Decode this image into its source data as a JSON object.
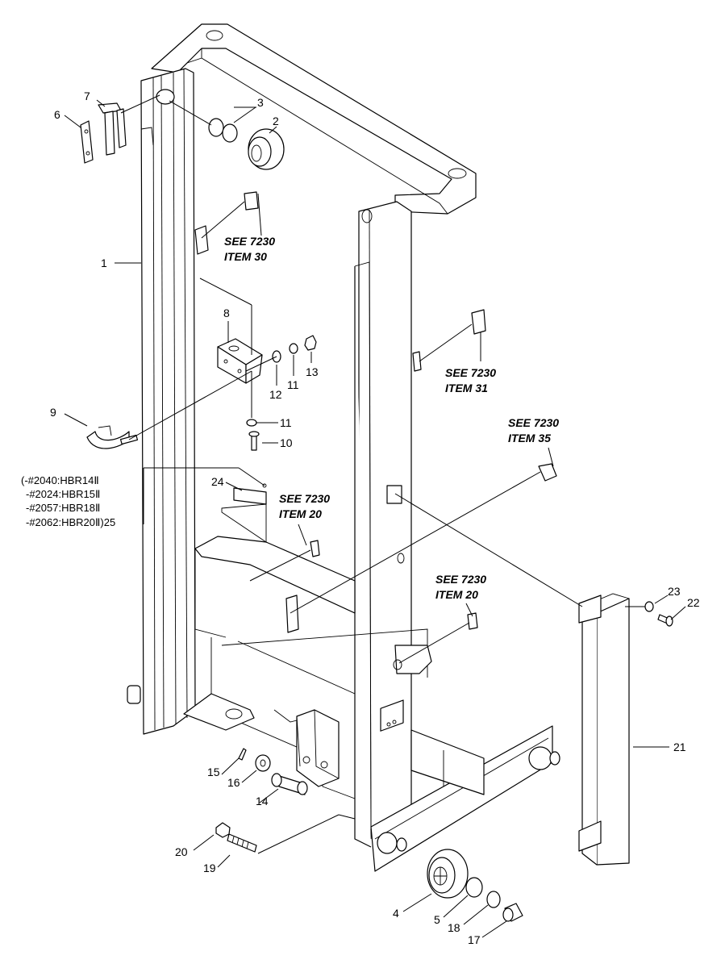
{
  "callouts": {
    "c1": "1",
    "c2": "2",
    "c3": "3",
    "c4": "4",
    "c5": "5",
    "c6": "6",
    "c7": "7",
    "c8": "8",
    "c9": "9",
    "c10": "10",
    "c11a": "11",
    "c11b": "11",
    "c12": "12",
    "c13": "13",
    "c14": "14",
    "c15": "15",
    "c16": "16",
    "c17": "17",
    "c18": "18",
    "c19": "19",
    "c20": "20",
    "c21": "21",
    "c22": "22",
    "c23": "23",
    "c24": "24"
  },
  "references": {
    "r30": {
      "line1": "SEE 7230",
      "line2": "ITEM 30"
    },
    "r31": {
      "line1": "SEE 7230",
      "line2": "ITEM 31"
    },
    "r35": {
      "line1": "SEE 7230",
      "line2": "ITEM 35"
    },
    "r20a": {
      "line1": "SEE 7230",
      "line2": "ITEM 20"
    },
    "r20b": {
      "line1": "SEE 7230",
      "line2": "ITEM 20"
    }
  },
  "serial_note": {
    "line1": "(-#2040:HBR14Ⅱ",
    "line2": "-#2024:HBR15Ⅱ",
    "line3": "-#2057:HBR18Ⅱ",
    "line4": "-#2062:HBR20Ⅱ)25"
  }
}
